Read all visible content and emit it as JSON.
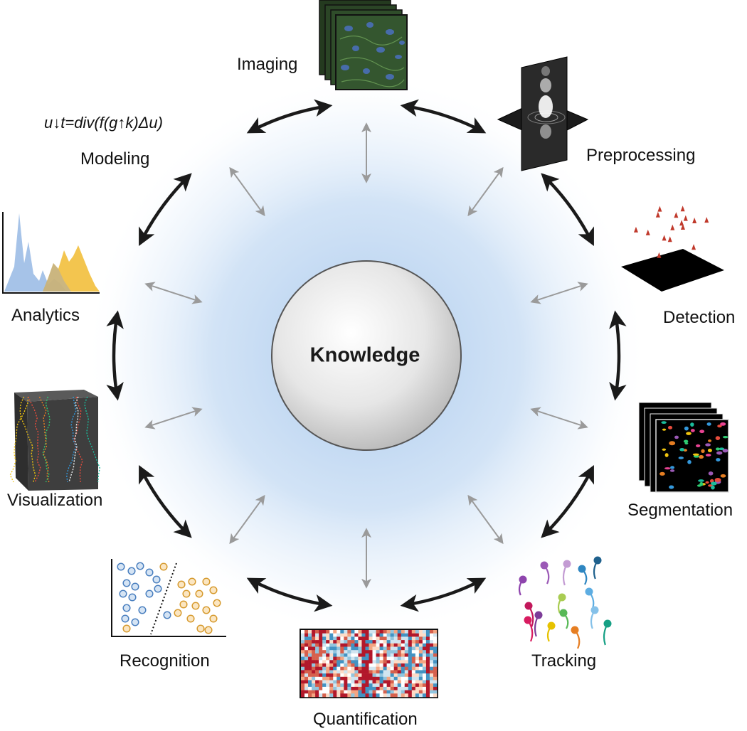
{
  "center": {
    "label": "Knowledge"
  },
  "formula": "u↓t=div(f(g↑k)Δu)",
  "stages": [
    {
      "id": "imaging",
      "label": "Imaging",
      "icon": "fluorescence-image-stack-icon"
    },
    {
      "id": "preprocessing",
      "label": "Preprocessing",
      "icon": "point-spread-function-icon"
    },
    {
      "id": "detection",
      "label": "Detection",
      "icon": "spot-detection-spikes-icon"
    },
    {
      "id": "segmentation",
      "label": "Segmentation",
      "icon": "segmented-cells-stack-icon"
    },
    {
      "id": "tracking",
      "label": "Tracking",
      "icon": "particle-tracks-icon"
    },
    {
      "id": "quantification",
      "label": "Quantification",
      "icon": "heatmap-icon"
    },
    {
      "id": "recognition",
      "label": "Recognition",
      "icon": "scatter-classification-icon"
    },
    {
      "id": "visualization",
      "label": "Visualization",
      "icon": "3d-track-volume-icon"
    },
    {
      "id": "analytics",
      "label": "Analytics",
      "icon": "distribution-histogram-icon"
    },
    {
      "id": "modeling",
      "label": "Modeling",
      "icon": "equation-icon"
    }
  ],
  "colors": {
    "ring_arrow": "#1a1a1a",
    "spoke_arrow": "#9a9a9a",
    "glow": "#b8d3f0",
    "sphere_edge": "#555555"
  }
}
